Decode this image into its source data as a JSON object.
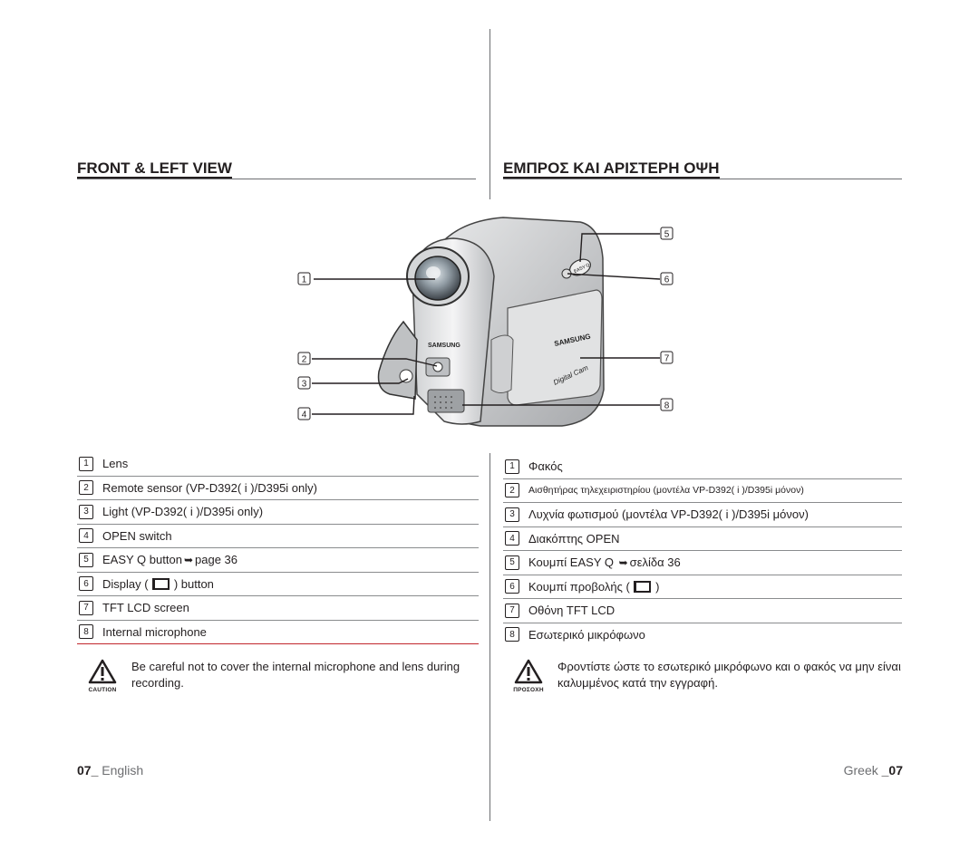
{
  "headings": {
    "english": "FRONT & LEFT VIEW",
    "greek": "ΕΜΠΡΟΣ ΚΑΙ ΑΡΙΣΤΕΡΗ ΟΨΗ"
  },
  "figure": {
    "callouts": [
      "1",
      "2",
      "3",
      "4",
      "5",
      "6",
      "7",
      "8"
    ],
    "brand_text": "SAMSUNG",
    "product_text": "Digital Cam",
    "button_text": "EASY Q"
  },
  "parts_en": [
    {
      "num": "1",
      "text": "Lens"
    },
    {
      "num": "2",
      "text": "Remote sensor (VP-D392( i )/D395i only)"
    },
    {
      "num": "3",
      "text": "Light (VP-D392( i )/D395i only)"
    },
    {
      "num": "4",
      "text": "OPEN switch"
    },
    {
      "num": "5",
      "text": "EASY Q button",
      "after": "page 36"
    },
    {
      "num": "6",
      "before": "Display (",
      "after": ") button"
    },
    {
      "num": "7",
      "text": "TFT LCD screen"
    },
    {
      "num": "8",
      "text": "Internal microphone"
    }
  ],
  "parts_gr": [
    {
      "num": "1",
      "text": "Φακός"
    },
    {
      "num": "2",
      "text": "Αισθητήρας τηλεχειριστηρίου (μοντέλα VP-D392( i )/D395i μόνον)"
    },
    {
      "num": "3",
      "text": "Λυχνία φωτισμού (μοντέλα VP-D392( i )/D395i μόνον)"
    },
    {
      "num": "4",
      "text": "Διακόπτης OPEN"
    },
    {
      "num": "5",
      "text": "Κουμπί EASY Q",
      "after": "σελίδα 36"
    },
    {
      "num": "6",
      "before": "Κουμπί προβολής (",
      "after": ")"
    },
    {
      "num": "7",
      "text": "Οθόνη TFT LCD"
    },
    {
      "num": "8",
      "text": "Εσωτερικό μικρόφωνο"
    }
  ],
  "caution_en": {
    "label": "CAUTION",
    "text": "Be careful not to cover the internal microphone and lens during recording."
  },
  "caution_gr": {
    "label": "ΠΡΟΣΟΧΗ",
    "text": "Φροντίστε ώστε το εσωτερικό μικρόφωνο και ο φακός να μην είναι καλυμμένος κατά την εγγραφή."
  },
  "footer": {
    "left_num": "07_",
    "left_lang": " English",
    "right_lang": "Greek ",
    "right_num": "_07"
  },
  "icons": {
    "arrow": "right-arrow-icon",
    "display": "display-button-icon",
    "caution": "warning-triangle-icon"
  }
}
